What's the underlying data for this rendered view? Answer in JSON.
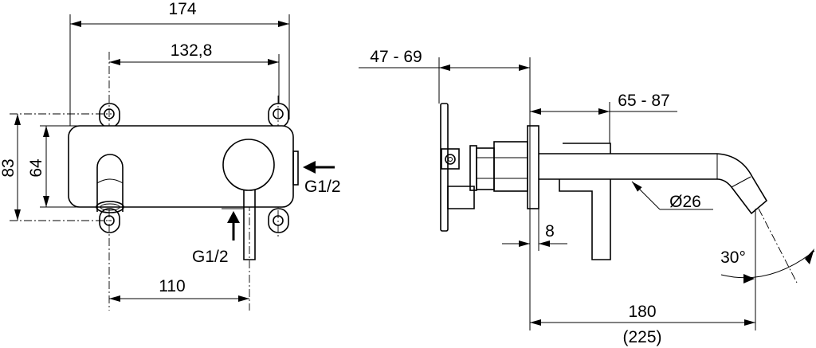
{
  "front_view": {
    "dim_overall_width": "174",
    "dim_mount_spacing": "132,8",
    "dim_overall_height": "83",
    "dim_plate_height": "64",
    "dim_handle_offset": "110",
    "inlet_side_label": "G1/2",
    "inlet_bottom_label": "G1/2"
  },
  "side_view": {
    "dim_wall_depth": "47 - 69",
    "dim_projection_range": "65 - 87",
    "dim_flange": "8",
    "dim_spout_diameter": "Ø26",
    "dim_spout_length": "180",
    "dim_spout_length_alt": "(225)",
    "angle": "30°"
  }
}
